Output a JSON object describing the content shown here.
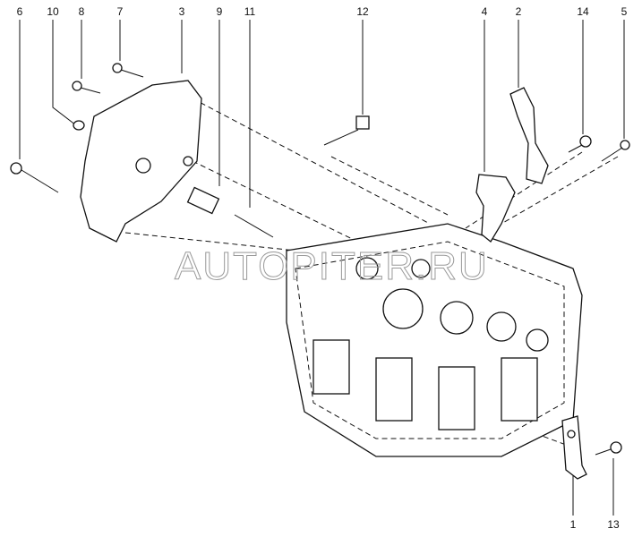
{
  "diagram": {
    "labels_top": [
      "6",
      "10",
      "8",
      "7",
      "3",
      "9",
      "11",
      "12",
      "4",
      "2",
      "14",
      "5"
    ],
    "labels_bottom": [
      "1",
      "13"
    ],
    "watermark": "AUTOPITER.RU"
  }
}
